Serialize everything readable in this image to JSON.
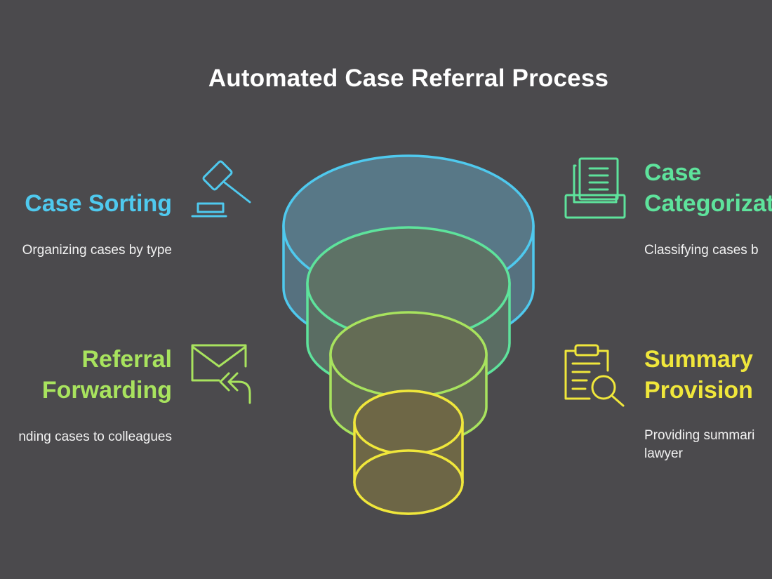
{
  "title": "Automated Case Referral Process",
  "colors": {
    "background": "#4b4a4d",
    "blue": "#4fc9ee",
    "green": "#5ee39c",
    "lime": "#a8e35e",
    "yellow": "#f0e73b"
  },
  "stages": [
    {
      "label": "Case Sorting",
      "description": "Organizing cases by type",
      "icon": "gavel-icon",
      "color": "#4fc9ee"
    },
    {
      "label_line1": "Case",
      "label_line2": "Categorizat",
      "description": "Classifying cases b",
      "icon": "inbox-document-icon",
      "color": "#5ee39c"
    },
    {
      "label_line1": "Referral",
      "label_line2": "Forwarding",
      "description": "nding cases to colleagues",
      "icon": "forward-mail-icon",
      "color": "#a8e35e"
    },
    {
      "label_line1": "Summary",
      "label_line2": "Provision",
      "description_line1": "Providing summari",
      "description_line2": "lawyer",
      "icon": "clipboard-search-icon",
      "color": "#f0e73b"
    }
  ]
}
